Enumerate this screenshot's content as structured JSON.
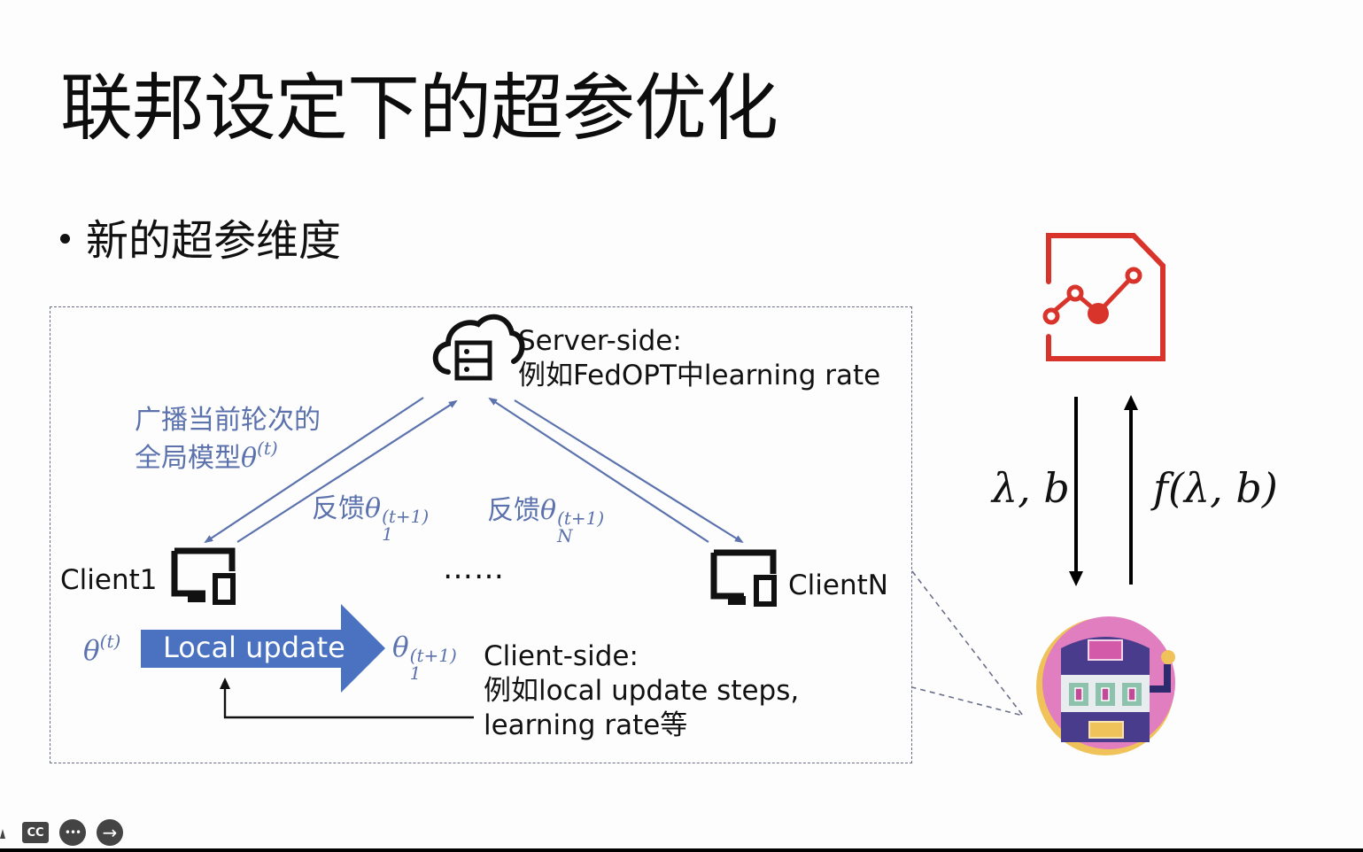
{
  "slide": {
    "title": "联邦设定下的超参优化",
    "bullet": "新的超参维度"
  },
  "diagram": {
    "server": {
      "icon": "cloud-server-icon",
      "label_line1": "Server-side:",
      "label_line2": "例如FedOPT中learning rate"
    },
    "broadcast": {
      "line1": "广播当前轮次的",
      "line2_text": "全局模型",
      "line2_math": "θ",
      "line2_sup": "(t)"
    },
    "feedback1": {
      "text": "反馈",
      "math": "θ",
      "sup": "(t+1)",
      "sub": "1"
    },
    "feedbackN": {
      "text": "反馈",
      "math": "θ",
      "sup": "(t+1)",
      "sub": "N"
    },
    "client1": {
      "label": "Client1",
      "icon": "device-icon"
    },
    "clientN": {
      "label": "ClientN",
      "icon": "device-icon"
    },
    "ellipsis": "……",
    "local_update": {
      "label": "Local update",
      "input_math": "θ",
      "input_sup": "(t)",
      "output_math": "θ",
      "output_sup": "(t+1)",
      "output_sub": "1"
    },
    "client_side": {
      "line1": "Client-side:",
      "line2": "例如local update steps,",
      "line3": "learning rate等"
    },
    "colors": {
      "blue": "#5b72ad",
      "arrow_fill": "#4a72c0",
      "frame": "#6a6f88"
    }
  },
  "right_panel": {
    "top_icon": "line-chart-document-icon",
    "down_label": "λ, b",
    "up_label": "f(λ, b)",
    "bottom_icon": "slot-machine-icon",
    "colors": {
      "chart_red": "#d9342b",
      "slot_pink": "#e07ec0",
      "slot_purple": "#4a3c8c",
      "slot_gold": "#f0c25a"
    }
  },
  "player_controls": {
    "cc_label": "CC",
    "more_label": "•••",
    "next_label": "→"
  }
}
